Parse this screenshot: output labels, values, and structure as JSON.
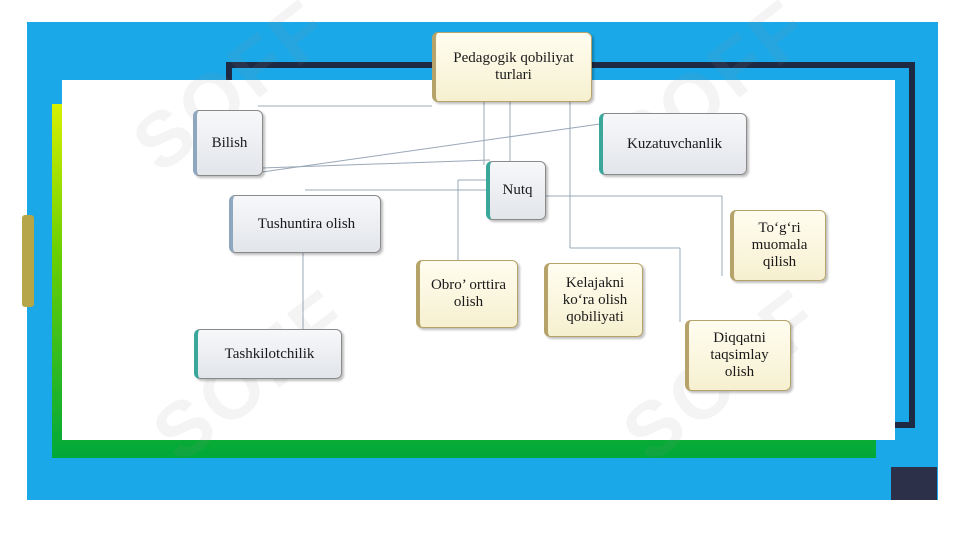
{
  "diagram": {
    "root": "Pedagogik qobiliyat turlari",
    "nodes": {
      "bilish": "Bilish",
      "kuzatuvchanlik": "Kuzatuvchanlik",
      "nutq": "Nutq",
      "tushuntira_olish": "Tushuntira olish",
      "tashkilotchilik": "Tashkilotchilik",
      "obro_ortira_olish": "Obro’ orttira olish",
      "kelajakni_kora_olish": "Kelajakni ko‘ra olish qobiliyati",
      "togri_muomala": "To‘g‘ri muomala qilish",
      "diqqatni_taqsimlay": "Diqqatni taqsimlay olish"
    },
    "watermark": "SOFF"
  },
  "colors": {
    "slide_background": "#1aa8e8",
    "frame_dark": "#1e2a44",
    "accent_yellow": "#e8b52a",
    "accent_teal": "#3aa79a"
  }
}
